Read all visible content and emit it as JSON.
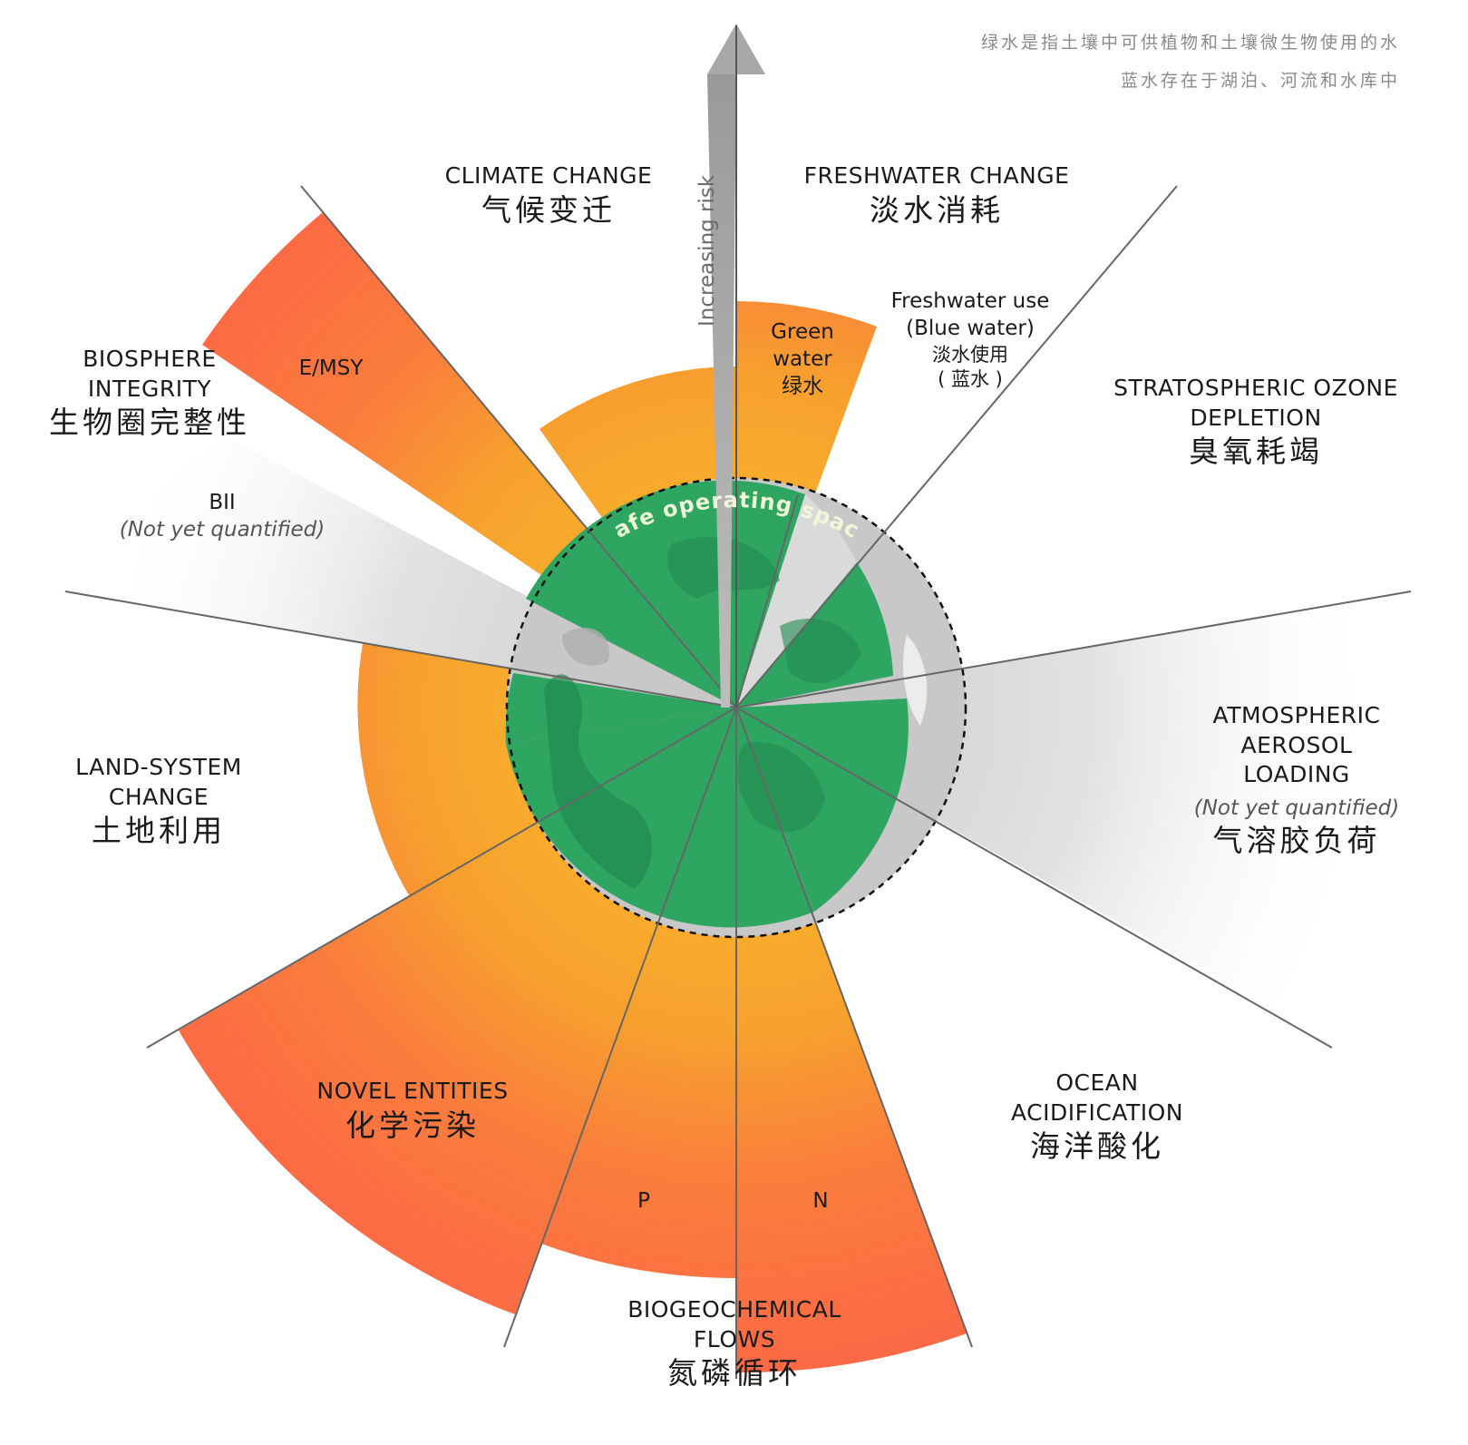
{
  "notes": {
    "green_water_def": "绿水是指土壤中可供植物和土壤微生物使用的水",
    "blue_water_def": "蓝水存在于湖泊、河流和水库中"
  },
  "axis_label": "Increasing risk",
  "safe_space_label": "Safe operating space",
  "boundaries": {
    "climate": {
      "en": "CLIMATE CHANGE",
      "zh": "气候变迁"
    },
    "freshwater": {
      "en": "FRESHWATER CHANGE",
      "zh": "淡水消耗"
    },
    "green_water": {
      "en1": "Green",
      "en2": "water",
      "zh": "绿水"
    },
    "blue_water": {
      "en1": "Freshwater use",
      "en2": "(Blue water)",
      "zh1": "淡水使用",
      "zh2": "( 蓝水 )"
    },
    "ozone": {
      "en1": "STRATOSPHERIC OZONE",
      "en2": "DEPLETION",
      "zh": "臭氧耗竭"
    },
    "aerosol": {
      "en1": "ATMOSPHERIC",
      "en2": "AEROSOL",
      "en3": "LOADING",
      "note": "(Not yet quantified)",
      "zh": "气溶胶负荷"
    },
    "ocean": {
      "en1": "OCEAN",
      "en2": "ACIDIFICATION",
      "zh": "海洋酸化"
    },
    "biogeo": {
      "en1": "BIOGEOCHEMICAL",
      "en2": "FLOWS",
      "zh": "氮磷循环",
      "p": "P",
      "n": "N"
    },
    "novel": {
      "en": "NOVEL ENTITIES",
      "zh": "化学污染"
    },
    "land": {
      "en1": "LAND-SYSTEM",
      "en2": "CHANGE",
      "zh": "土地利用"
    },
    "biosphere": {
      "en1": "BIOSPHERE",
      "en2": "INTEGRITY",
      "zh": "生物圈完整性",
      "emsy": "E/MSY",
      "bii": "BII",
      "note": "(Not yet quantified)"
    }
  },
  "colors": {
    "orange": "#F7A12E",
    "red_orange": "#FC6C45",
    "safe_green": "#2EA561",
    "dark_green": "#218A4E",
    "gray": "#CFCFCF",
    "line": "#666666"
  }
}
